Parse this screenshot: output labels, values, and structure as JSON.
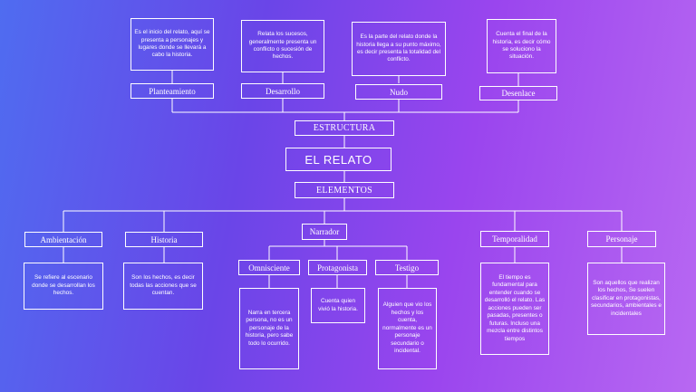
{
  "title": "EL RELATO",
  "estructura": {
    "label": "ESTRUCTURA",
    "items": [
      {
        "label": "Planteamiento",
        "desc": "Es el inicio del relato, aquí se presenta a personajes y lugares donde se llevará a cabo la historia."
      },
      {
        "label": "Desarrollo",
        "desc": "Relata los sucesos, generalmente presenta un conflicto o sucesión de hechos."
      },
      {
        "label": "Nudo",
        "desc": "Es la parte del relato donde la historia llega a su punto máximo, es decir presenta la totalidad del conflicto."
      },
      {
        "label": "Desenlace",
        "desc": "Cuenta el final de la historia, es decir cómo se soluciono la situación."
      }
    ]
  },
  "elementos": {
    "label": "ELEMENTOS",
    "ambientacion": {
      "label": "Ambientación",
      "desc": "Se refiere al escenario donde se desarrollan los hechos."
    },
    "historia": {
      "label": "Historia",
      "desc": "Son los hechos, es decir todas las acciones que se cuentan."
    },
    "narrador": {
      "label": "Narrador",
      "types": [
        {
          "label": "Omnisciente",
          "desc": "Narra en tercera persona, no es un personaje de la historia, pero sabe todo lo ocurrido."
        },
        {
          "label": "Protagonista",
          "desc": "Cuenta quien vivió la historia."
        },
        {
          "label": "Testigo",
          "desc": "Alguien que vio los hechos y los cuenta, normalmente es un personaje secundario o incidental."
        }
      ]
    },
    "temporalidad": {
      "label": "Temporalidad",
      "desc": "El tiempo es fundamental para entender cuando se desarrolló el relato. Las acciones pueden ser pasadas, presentes o futuras. Incluso una mezcla entre distintos tiempos"
    },
    "personaje": {
      "label": "Personaje",
      "desc": "Son aquellos que realizan los hechos, Se suelen clasificar en protagonistas, secundarios, ambientales e incidentales"
    }
  }
}
